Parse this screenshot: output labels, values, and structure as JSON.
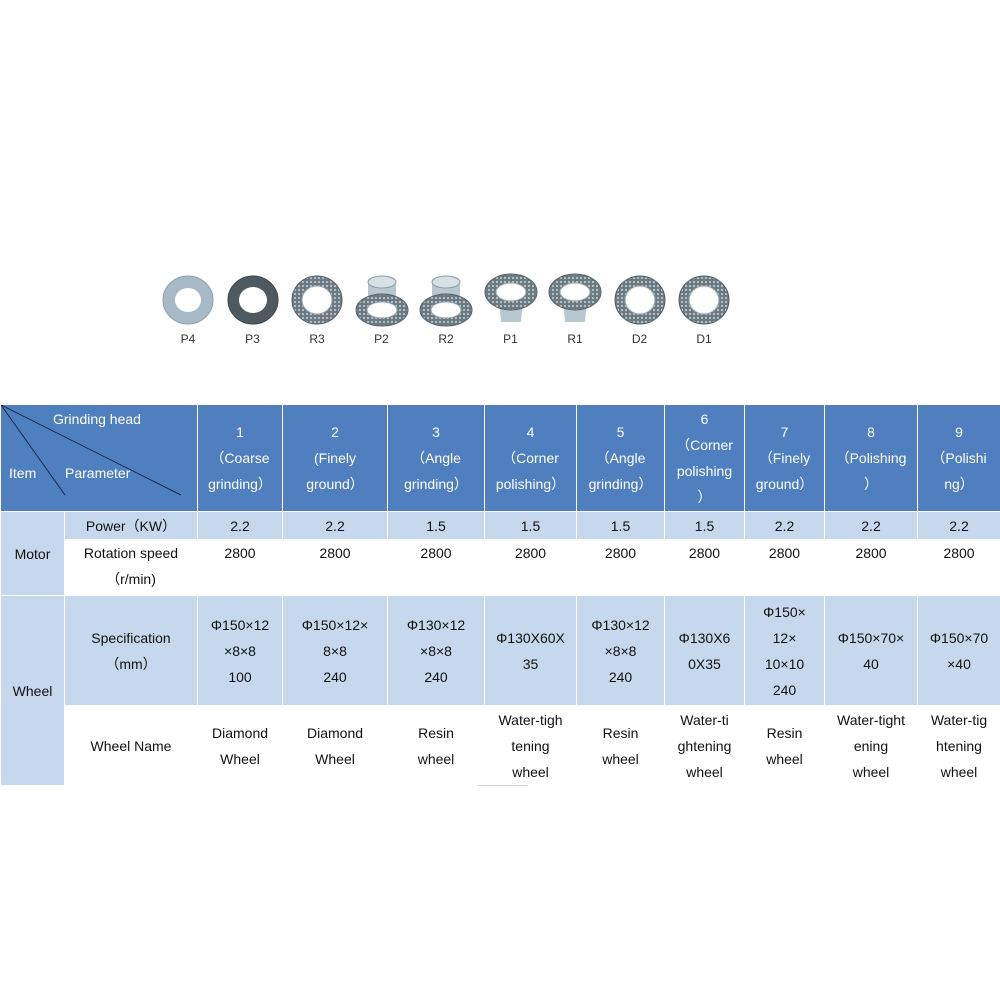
{
  "wheels": [
    {
      "label": "P4",
      "kind": "flat-light"
    },
    {
      "label": "P3",
      "kind": "flat-dark"
    },
    {
      "label": "R3",
      "kind": "flat-dotted"
    },
    {
      "label": "P2",
      "kind": "cup"
    },
    {
      "label": "R2",
      "kind": "cup"
    },
    {
      "label": "P1",
      "kind": "cup-open"
    },
    {
      "label": "R1",
      "kind": "cup-open"
    },
    {
      "label": "D2",
      "kind": "flat-dotted"
    },
    {
      "label": "D1",
      "kind": "flat-dotted"
    }
  ],
  "table": {
    "corner": {
      "grinding_head": "Grinding head",
      "parameter": "Parameter",
      "item": "Item"
    },
    "heads": [
      {
        "num": "1",
        "lines": [
          "（Coarse",
          "grinding）"
        ]
      },
      {
        "num": "2",
        "lines": [
          "(Finely",
          "ground）"
        ]
      },
      {
        "num": "3",
        "lines": [
          "（Angle",
          "grinding）"
        ]
      },
      {
        "num": "4",
        "lines": [
          "（Corner",
          "polishing）"
        ]
      },
      {
        "num": "5",
        "lines": [
          "（Angle",
          "grinding）"
        ]
      },
      {
        "num": "6",
        "lines": [
          "（Corner",
          "polishing",
          "）"
        ]
      },
      {
        "num": "7",
        "lines": [
          "（Finely",
          "ground）"
        ]
      },
      {
        "num": "8",
        "lines": [
          "（Polishing",
          "）"
        ]
      },
      {
        "num": "9",
        "lines": [
          "（Polishi",
          "ng）"
        ]
      }
    ],
    "motor_label": "Motor",
    "power_label": "Power（KW）",
    "power": [
      "2.2",
      "2.2",
      "1.5",
      "1.5",
      "1.5",
      "1.5",
      "2.2",
      "2.2",
      "2.2"
    ],
    "speed_label": [
      "Rotation speed",
      "（r/min)"
    ],
    "speed": [
      "2800",
      "2800",
      "2800",
      "2800",
      "2800",
      "2800",
      "2800",
      "2800",
      "2800"
    ],
    "wheel_label": "Wheel",
    "spec_label": [
      "Specification",
      "（mm）"
    ],
    "spec": [
      [
        "Φ150×12",
        "×8×8",
        "100"
      ],
      [
        "Φ150×12×",
        "8×8",
        "240"
      ],
      [
        "Φ130×12",
        "×8×8",
        "240"
      ],
      [
        "Φ130X60X",
        "35"
      ],
      [
        "Φ130×12",
        "×8×8",
        "240"
      ],
      [
        "Φ130X6",
        "0X35"
      ],
      [
        "Φ150×",
        "12×",
        "10×10",
        "240"
      ],
      [
        "Φ150×70×",
        "40"
      ],
      [
        "Φ150×70",
        "×40"
      ]
    ],
    "name_label": "Wheel Name",
    "names": [
      [
        "Diamond",
        "Wheel"
      ],
      [
        "Diamond",
        "Wheel"
      ],
      [
        "Resin",
        "wheel"
      ],
      [
        "Water-tigh",
        "tening",
        "wheel"
      ],
      [
        "Resin",
        "wheel"
      ],
      [
        "Water-ti",
        "ghtening",
        "wheel"
      ],
      [
        "Resin",
        "wheel"
      ],
      [
        "Water-tight",
        "ening",
        "wheel"
      ],
      [
        "Water-tig",
        "htening",
        "wheel"
      ]
    ]
  }
}
